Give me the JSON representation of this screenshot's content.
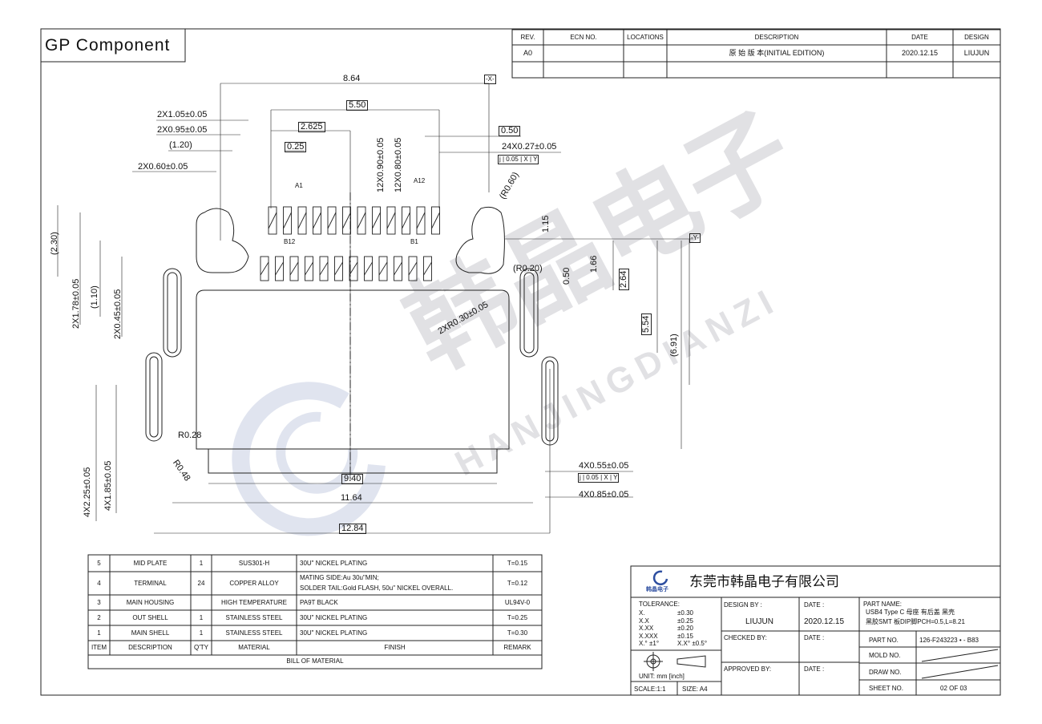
{
  "header": {
    "title": "GP Component"
  },
  "revision": {
    "headers": [
      "REV.",
      "ECN NO.",
      "LOCATIONS",
      "DESCRIPTION",
      "DATE",
      "DESIGN"
    ],
    "row": [
      "A0",
      "",
      "",
      "原 始 版 本(INITIAL EDITION)",
      "2020.12.15",
      "LIUJUN"
    ]
  },
  "watermark": {
    "cn": "韩晶电子",
    "en": "HANJINGDIANZI"
  },
  "dims": {
    "d864": "8.64",
    "d550": "5.50",
    "d2625": "2.625",
    "d025": "0.25",
    "d050a": "0.50",
    "d24x027": "24X0.27±0.05",
    "d2x105": "2X1.05±0.05",
    "d2x095": "2X0.95±0.05",
    "d120": "(1.20)",
    "d2x060": "2X0.60±0.05",
    "d12x090": "12X0.90±0.05",
    "d12x080": "12X0.80±0.05",
    "a1": "A1",
    "a12": "A12",
    "b12": "B12",
    "b1": "B1",
    "r060": "(R0.60)",
    "r020": "(R0.20)",
    "d115": "1.15",
    "d050b": "0.50",
    "d166": "1.66",
    "d264": "2.64",
    "d554": "5.54",
    "d691": "(6.91)",
    "d230": "(2.30)",
    "d2x178": "2X1.78±0.05",
    "d110": "(1.10)",
    "d2x045": "2X0.45±0.05",
    "d2xr030": "2XR0.30±0.05",
    "r028": "R0.28",
    "r048": "R0.48",
    "d940": "9.40",
    "d1164": "11.64",
    "d1284": "12.84",
    "d4x055": "4X0.55±0.05",
    "d4x085": "4X0.85±0.05",
    "d4x225": "4X2.25±0.05",
    "d4x185": "4X1.85±0.05",
    "datumX": "-X-",
    "datumY": "-Y-",
    "tol1": [
      "j",
      "0.05",
      "X",
      "Y"
    ]
  },
  "bom": {
    "rows": [
      [
        "5",
        "MID PLATE",
        "1",
        "SUS301-H",
        "30U\"  NICKEL PLATING",
        "",
        "T=0.15"
      ],
      [
        "4",
        "TERMINAL",
        "24",
        "COPPER ALLOY",
        "MATING SIDE:Au 30u\"MIN;",
        "SOLDER TAIL:Gold FLASH, 50u\" NICKEL OVERALL.",
        "T=0.12"
      ],
      [
        "3",
        "MAIN HOUSING",
        "",
        "HIGH TEMPERATURE",
        "PA9T   BLACK",
        "",
        "UL94V-0"
      ],
      [
        "2",
        "OUT SHELL",
        "1",
        "STAINLESS STEEL",
        "30U\"   NICKEL PLATING",
        "",
        "T=0.25"
      ],
      [
        "1",
        "MAIN SHELL",
        "1",
        "STAINLESS STEEL",
        "30U\"   NICKEL PLATING",
        "",
        "T=0.30"
      ]
    ],
    "headers": [
      "ITEM",
      "DESCRIPTION",
      "Q'TY",
      "MATERIAL",
      "FINISH",
      "REMARK"
    ],
    "caption": "BILL OF MATERIAL"
  },
  "titleblock": {
    "company": "东莞市韩晶电子有限公司",
    "logo_text": "韩晶电子",
    "tolerance_label": "TOLERANCE:",
    "tol": [
      [
        "X.",
        "±0.30"
      ],
      [
        "X.X",
        "±0.25"
      ],
      [
        "X.XX",
        "±0.20"
      ],
      [
        "X.XXX",
        "±0.15"
      ],
      [
        "X.° ±1°",
        "X.X° ±0.5°"
      ]
    ],
    "unit": "UNIT:    mm [inch]",
    "scale": "SCALE:1:1",
    "size": "SIZE: A4",
    "design_by_label": "DESIGN BY :",
    "design_by": "LIUJUN",
    "date_label": "DATE :",
    "date": "2020.12.15",
    "checked_label": "CHECKED BY:",
    "approved_label": "APPROVED BY:",
    "part_name_label": "PART NAME:",
    "part_name1": "USB4 Type C  母座 有后盖 黑壳",
    "part_name2": "黑胶SMT 板DIP脚PCH=0.5,L=8.21",
    "part_no_label": "PART NO.",
    "part_no": "126-F243223   •   - B83",
    "mold_label": "MOLD NO.",
    "draw_label": "DRAW NO.",
    "sheet_label": "SHEET NO.",
    "sheet": "02  OF  03"
  }
}
